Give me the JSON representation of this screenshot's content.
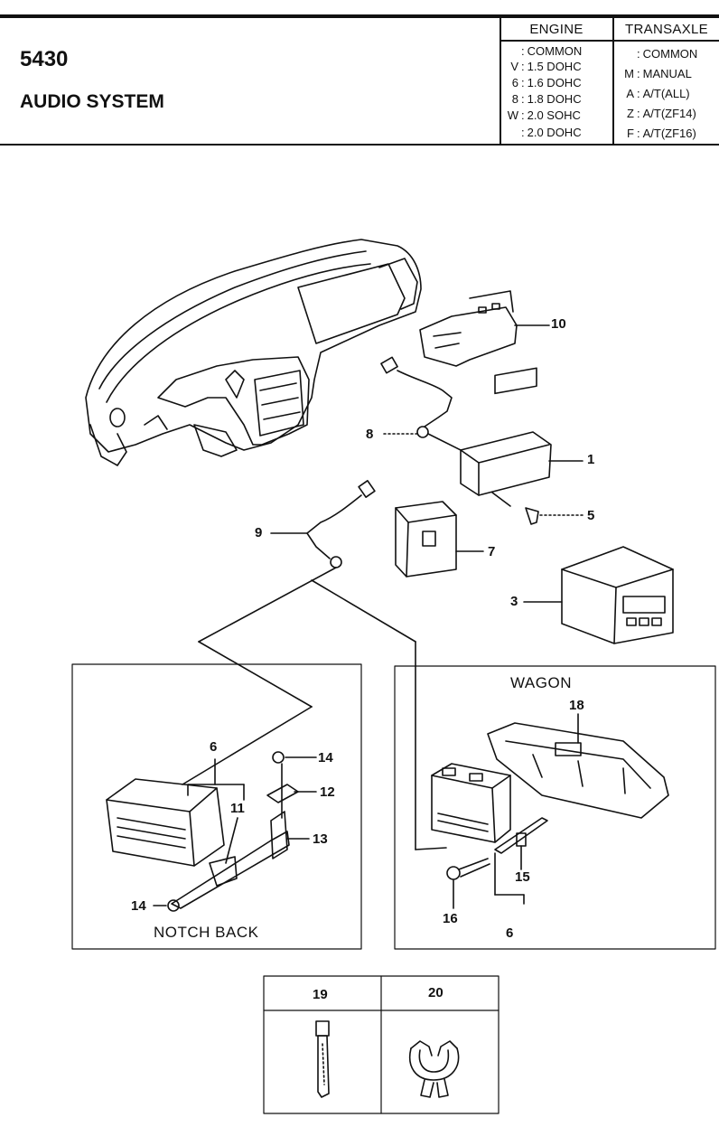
{
  "header": {
    "code": "5430",
    "title": "AUDIO SYSTEM",
    "engine": {
      "heading": "ENGINE",
      "options": [
        {
          "key": "",
          "value": "COMMON"
        },
        {
          "key": "V",
          "value": "1.5 DOHC"
        },
        {
          "key": "6",
          "value": "1.6 DOHC"
        },
        {
          "key": "8",
          "value": "1.8 DOHC"
        },
        {
          "key": "W",
          "value": "2.0 SOHC"
        },
        {
          "key": "",
          "value": "2.0 DOHC"
        }
      ]
    },
    "transaxle": {
      "heading": "TRANSAXLE",
      "options": [
        {
          "key": "",
          "value": "COMMON"
        },
        {
          "key": "M",
          "value": "MANUAL"
        },
        {
          "key": "A",
          "value": "A/T(ALL)"
        },
        {
          "key": "Z",
          "value": "A/T(ZF14)"
        },
        {
          "key": "F",
          "value": "A/T(ZF16)"
        }
      ]
    }
  },
  "diagram": {
    "callouts": [
      "10",
      "8",
      "1",
      "5",
      "9",
      "7",
      "3",
      "6",
      "14",
      "12",
      "11",
      "13",
      "14",
      "18",
      "15",
      "16",
      "6",
      "19",
      "20"
    ],
    "labels": {
      "wagon": "WAGON",
      "notch_back": "NOTCH BACK"
    }
  }
}
